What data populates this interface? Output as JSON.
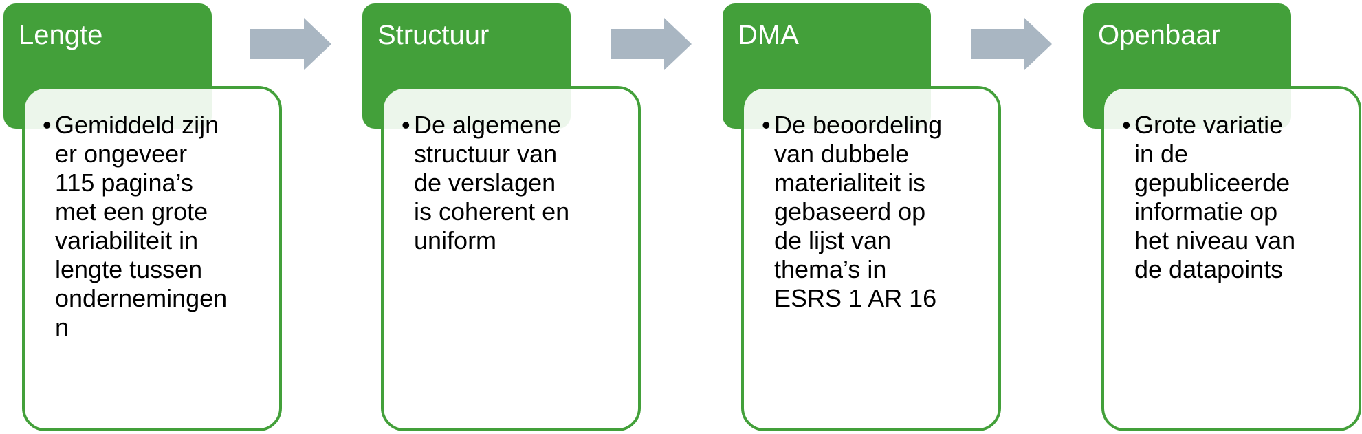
{
  "colors": {
    "accent": "#43a03a",
    "arrow": "#a9b6c2",
    "text": "#000000"
  },
  "steps": [
    {
      "title": "Lengte",
      "bullet": "Gemiddeld zijn\ner ongeveer\n115 pagina’s\nmet een grote\nvariabiliteit in\nlengte tussen\nondernemingen\nn"
    },
    {
      "title": "Structuur",
      "bullet": "De algemene\nstructuur van\nde verslagen\nis coherent en\nuniform"
    },
    {
      "title": "DMA",
      "bullet": "De beoordeling\nvan dubbele\nmaterialiteit is\ngebaseerd op\nde lijst van\nthema’s in\nESRS 1 AR 16"
    },
    {
      "title": "Openbaar",
      "bullet": "Grote variatie\nin de\ngepubliceerde\ninformatie op\nhet niveau van\nde datapoints"
    }
  ],
  "bullet_char": "•"
}
